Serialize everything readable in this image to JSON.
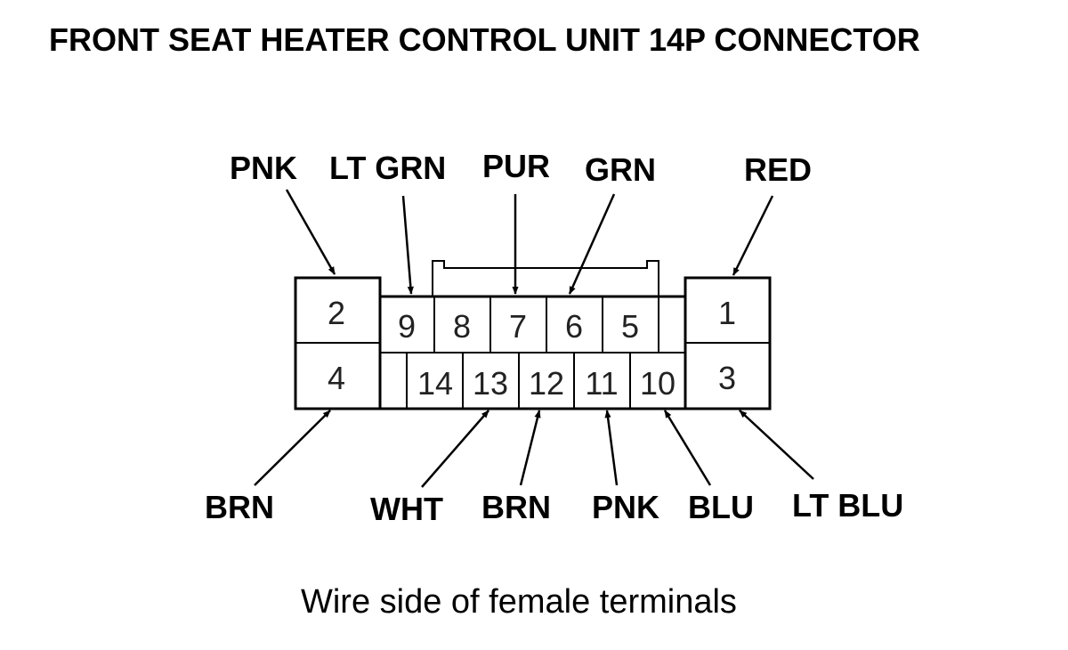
{
  "title": "FRONT SEAT HEATER CONTROL UNIT 14P CONNECTOR",
  "caption": "Wire side of female terminals",
  "pins": {
    "p1": "1",
    "p2": "2",
    "p3": "3",
    "p4": "4",
    "p5": "5",
    "p6": "6",
    "p7": "7",
    "p8": "8",
    "p9": "9",
    "p10": "10",
    "p11": "11",
    "p12": "12",
    "p13": "13",
    "p14": "14"
  },
  "wires_top": {
    "pin2": "PNK",
    "pin9": "LT GRN",
    "pin7": "PUR",
    "pin6": "GRN",
    "pin1": "RED"
  },
  "wires_bottom": {
    "pin4": "BRN",
    "pin13": "WHT",
    "pin12": "BRN",
    "pin11": "PNK",
    "pin10": "BLU",
    "pin3": "LT BLU"
  }
}
